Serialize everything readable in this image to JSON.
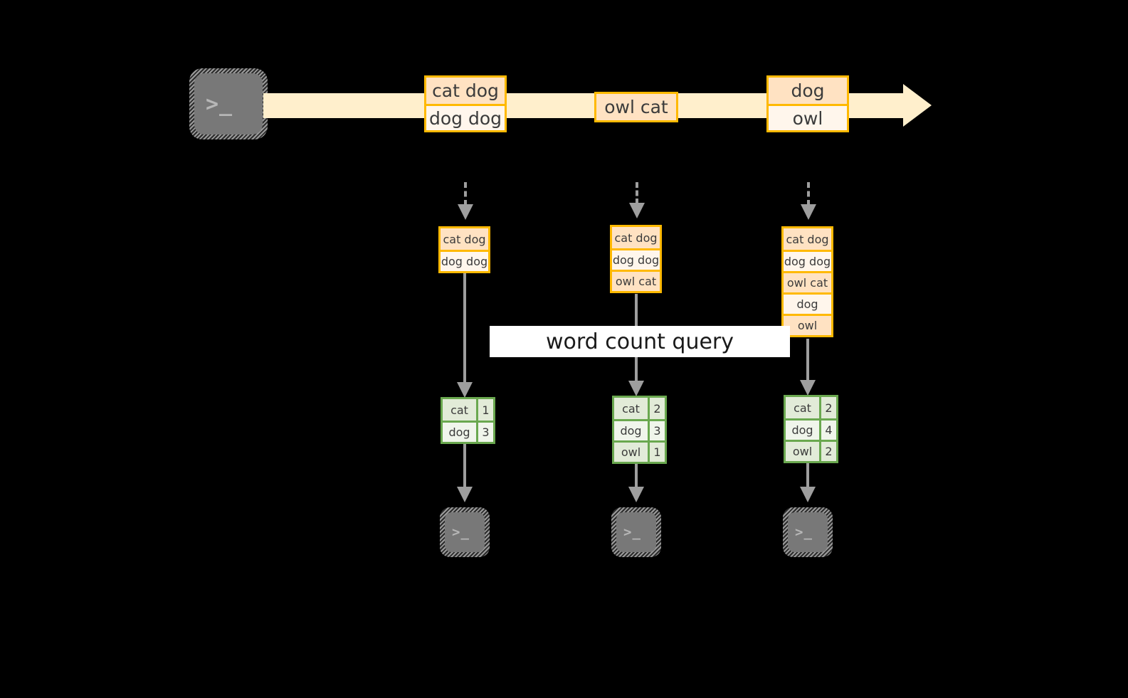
{
  "diagram": {
    "title": "word count query stream diagram",
    "colors": {
      "background": "#000000",
      "stream_fill": "#FFEFCC",
      "event_border": "#FFB900",
      "event_fill_dark": "#FFE2C2",
      "event_fill_light": "#FFF6EC",
      "table_border": "#6AA84F",
      "table_fill_dark": "#E2EBD8",
      "table_fill_light": "#F0F5EB",
      "connector": "#9E9E9E",
      "terminal_fill": "#787878",
      "label_fill": "#FFFFFF",
      "text": "#3B3B3B"
    }
  },
  "source_terminal": {
    "icon": "terminal-icon",
    "prompt": ">_"
  },
  "stream": {
    "events": [
      {
        "name": "stream-event-1",
        "lines": [
          {
            "text": "cat dog",
            "shade": "dark"
          },
          {
            "text": "dog dog",
            "shade": "light"
          }
        ]
      },
      {
        "name": "stream-event-2",
        "lines": [
          {
            "text": "owl cat",
            "shade": "dark"
          }
        ]
      },
      {
        "name": "stream-event-3",
        "lines": [
          {
            "text": "dog",
            "shade": "dark"
          },
          {
            "text": "owl",
            "shade": "light"
          }
        ]
      }
    ]
  },
  "query": {
    "label": "word count query"
  },
  "snapshots": [
    {
      "name": "snapshot-1",
      "input_rows": [
        {
          "text": "cat dog",
          "shade": "dark"
        },
        {
          "text": "dog dog",
          "shade": "light"
        }
      ],
      "result_rows": [
        {
          "word": "cat",
          "count": "1",
          "shade": "dark"
        },
        {
          "word": "dog",
          "count": "3",
          "shade": "light"
        }
      ],
      "sink_prompt": ">_"
    },
    {
      "name": "snapshot-2",
      "input_rows": [
        {
          "text": "cat dog",
          "shade": "dark"
        },
        {
          "text": "dog dog",
          "shade": "light"
        },
        {
          "text": "owl cat",
          "shade": "dark"
        }
      ],
      "result_rows": [
        {
          "word": "cat",
          "count": "2",
          "shade": "dark"
        },
        {
          "word": "dog",
          "count": "3",
          "shade": "light"
        },
        {
          "word": "owl",
          "count": "1",
          "shade": "dark"
        }
      ],
      "sink_prompt": ">_"
    },
    {
      "name": "snapshot-3",
      "input_rows": [
        {
          "text": "cat dog",
          "shade": "dark"
        },
        {
          "text": "dog dog",
          "shade": "light"
        },
        {
          "text": "owl cat",
          "shade": "dark"
        },
        {
          "text": "dog",
          "shade": "light"
        },
        {
          "text": "owl",
          "shade": "dark"
        }
      ],
      "result_rows": [
        {
          "word": "cat",
          "count": "2",
          "shade": "dark"
        },
        {
          "word": "dog",
          "count": "4",
          "shade": "light"
        },
        {
          "word": "owl",
          "count": "2",
          "shade": "dark"
        }
      ],
      "sink_prompt": ">_"
    }
  ]
}
